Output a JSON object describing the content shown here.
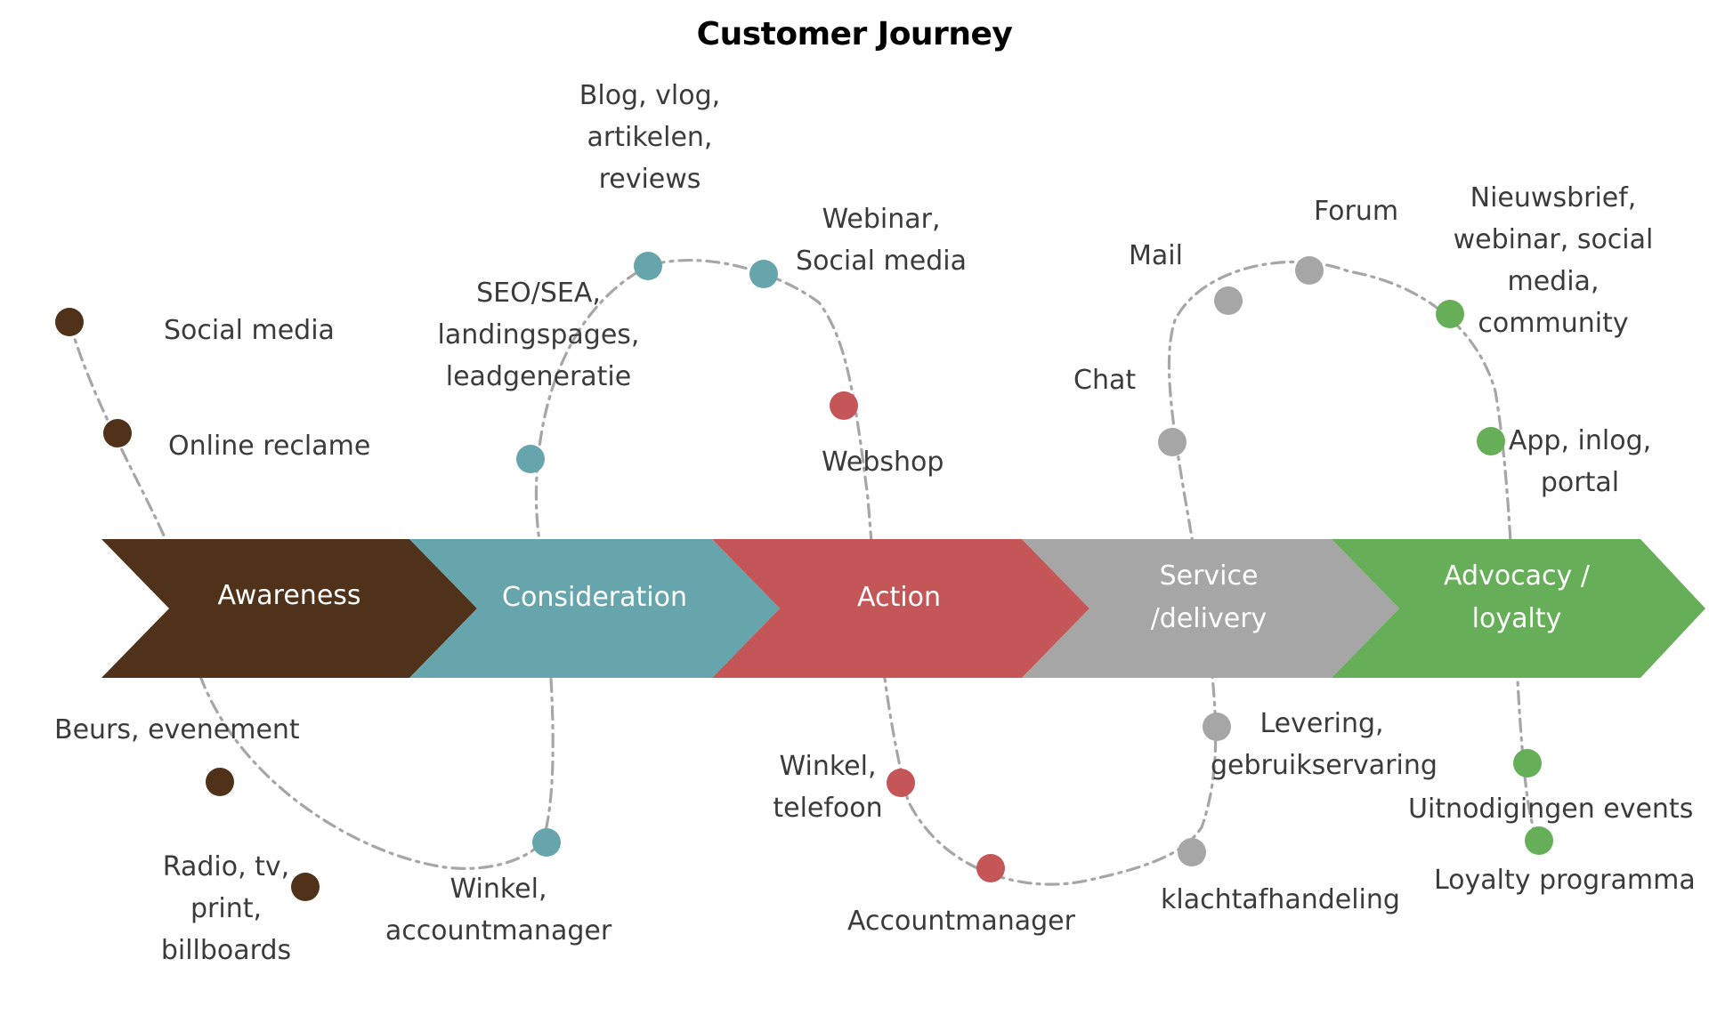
{
  "title": "Customer Journey",
  "colors": {
    "awareness": "#4f3219",
    "consideration": "#67a5ad",
    "action": "#c45658",
    "service": "#a6a6a6",
    "advocacy": "#67ae58",
    "path": "#a6a6a6",
    "text": "#3b3b3b"
  },
  "stages": [
    {
      "label": "Awareness"
    },
    {
      "label": "Consideration"
    },
    {
      "label": "Action"
    },
    {
      "label": "Service\n/delivery"
    },
    {
      "label": "Advocacy /\nloyalty"
    }
  ],
  "touchpoints": {
    "social_media": "Social media",
    "online_reclame": "Online reclame",
    "beurs": "Beurs, evenement",
    "radio": "Radio, tv,\nprint,\nbillboards",
    "seo": "SEO/SEA,\nlandingspages,\nleadgeneratie",
    "blog": "Blog, vlog,\nartikelen,\nreviews",
    "webinar_social": "Webinar,\nSocial media",
    "winkel_account": "Winkel,\naccountmanager",
    "webshop": "Webshop",
    "winkel_telefoon": "Winkel,\ntelefoon",
    "accountmanager": "Accountmanager",
    "chat": "Chat",
    "mail": "Mail",
    "forum": "Forum",
    "levering": "Levering,\ngebruikservaring",
    "klacht": "klachtafhandeling",
    "nieuwsbrief": "Nieuwsbrief,\nwebinar, social\nmedia,\ncommunity",
    "app": "App, inlog,\nportal",
    "uitnodigingen": "Uitnodigingen events",
    "loyalty": "Loyalty programma"
  }
}
